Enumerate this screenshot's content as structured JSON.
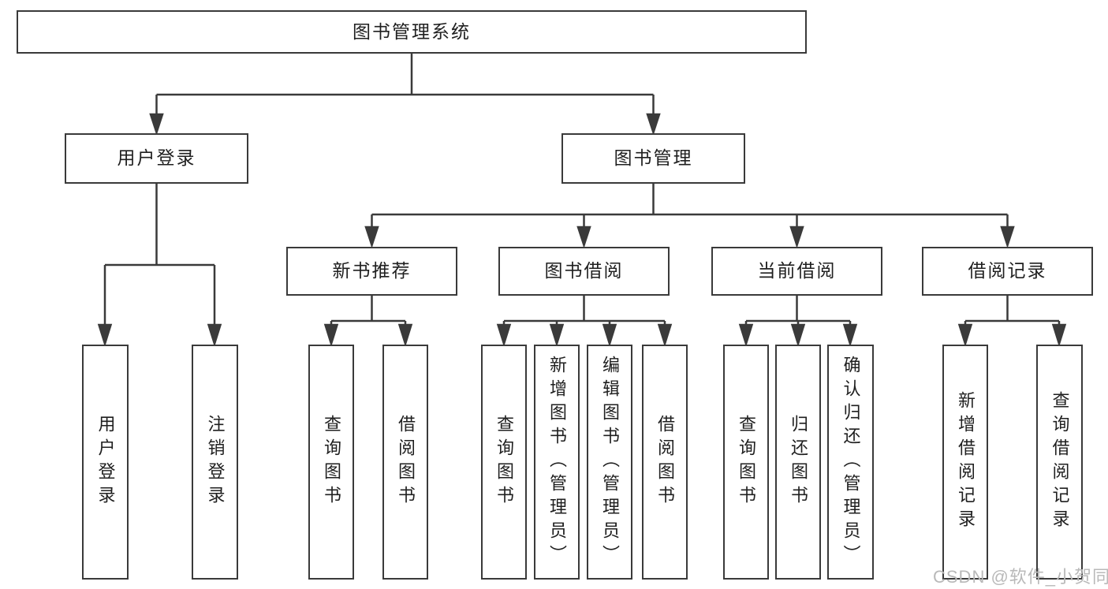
{
  "tree": {
    "label": "图书管理系统",
    "children": [
      {
        "label": "用户登录",
        "children": [
          {
            "label": "用户登录"
          },
          {
            "label": "注销登录"
          }
        ]
      },
      {
        "label": "图书管理",
        "children": [
          {
            "label": "新书推荐",
            "children": [
              {
                "label": "查询图书"
              },
              {
                "label": "借阅图书"
              }
            ]
          },
          {
            "label": "图书借阅",
            "children": [
              {
                "label": "查询图书"
              },
              {
                "label": "新增图书（管理员）"
              },
              {
                "label": "编辑图书（管理员）"
              },
              {
                "label": "借阅图书"
              }
            ]
          },
          {
            "label": "当前借阅",
            "children": [
              {
                "label": "查询图书"
              },
              {
                "label": "归还图书"
              },
              {
                "label": "确认归还（管理员）"
              }
            ]
          },
          {
            "label": "借阅记录",
            "children": [
              {
                "label": "新增借阅记录"
              },
              {
                "label": "查询借阅记录"
              }
            ]
          }
        ]
      }
    ]
  },
  "watermark": {
    "text": "CSDN @软件_小贺同学"
  },
  "colors": {
    "line": "#3a3a3a",
    "text": "#1f1f1f",
    "watermark": "#b9b9b9",
    "background": "#ffffff"
  }
}
